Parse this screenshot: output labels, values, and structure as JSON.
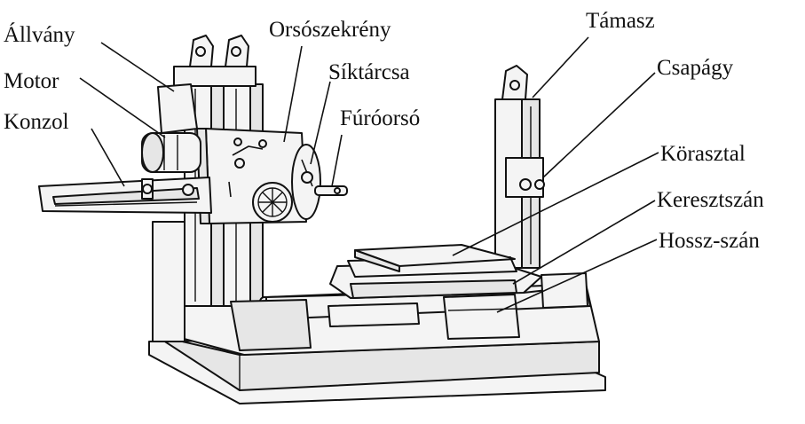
{
  "labels": {
    "allvany": "Állvány",
    "motor": "Motor",
    "konzol": "Konzol",
    "orsoszekreny": "Orsószekrény",
    "siktarcsa": "Síktárcsa",
    "furoorso": "Fúróorsó",
    "tamasz": "Támasz",
    "csapagy": "Csapágy",
    "korasztal": "Körasztal",
    "keresztszan": "Keresztszán",
    "hosszszan": "Hossz-szán"
  },
  "colors": {
    "ink": "#111111",
    "background": "#ffffff"
  }
}
